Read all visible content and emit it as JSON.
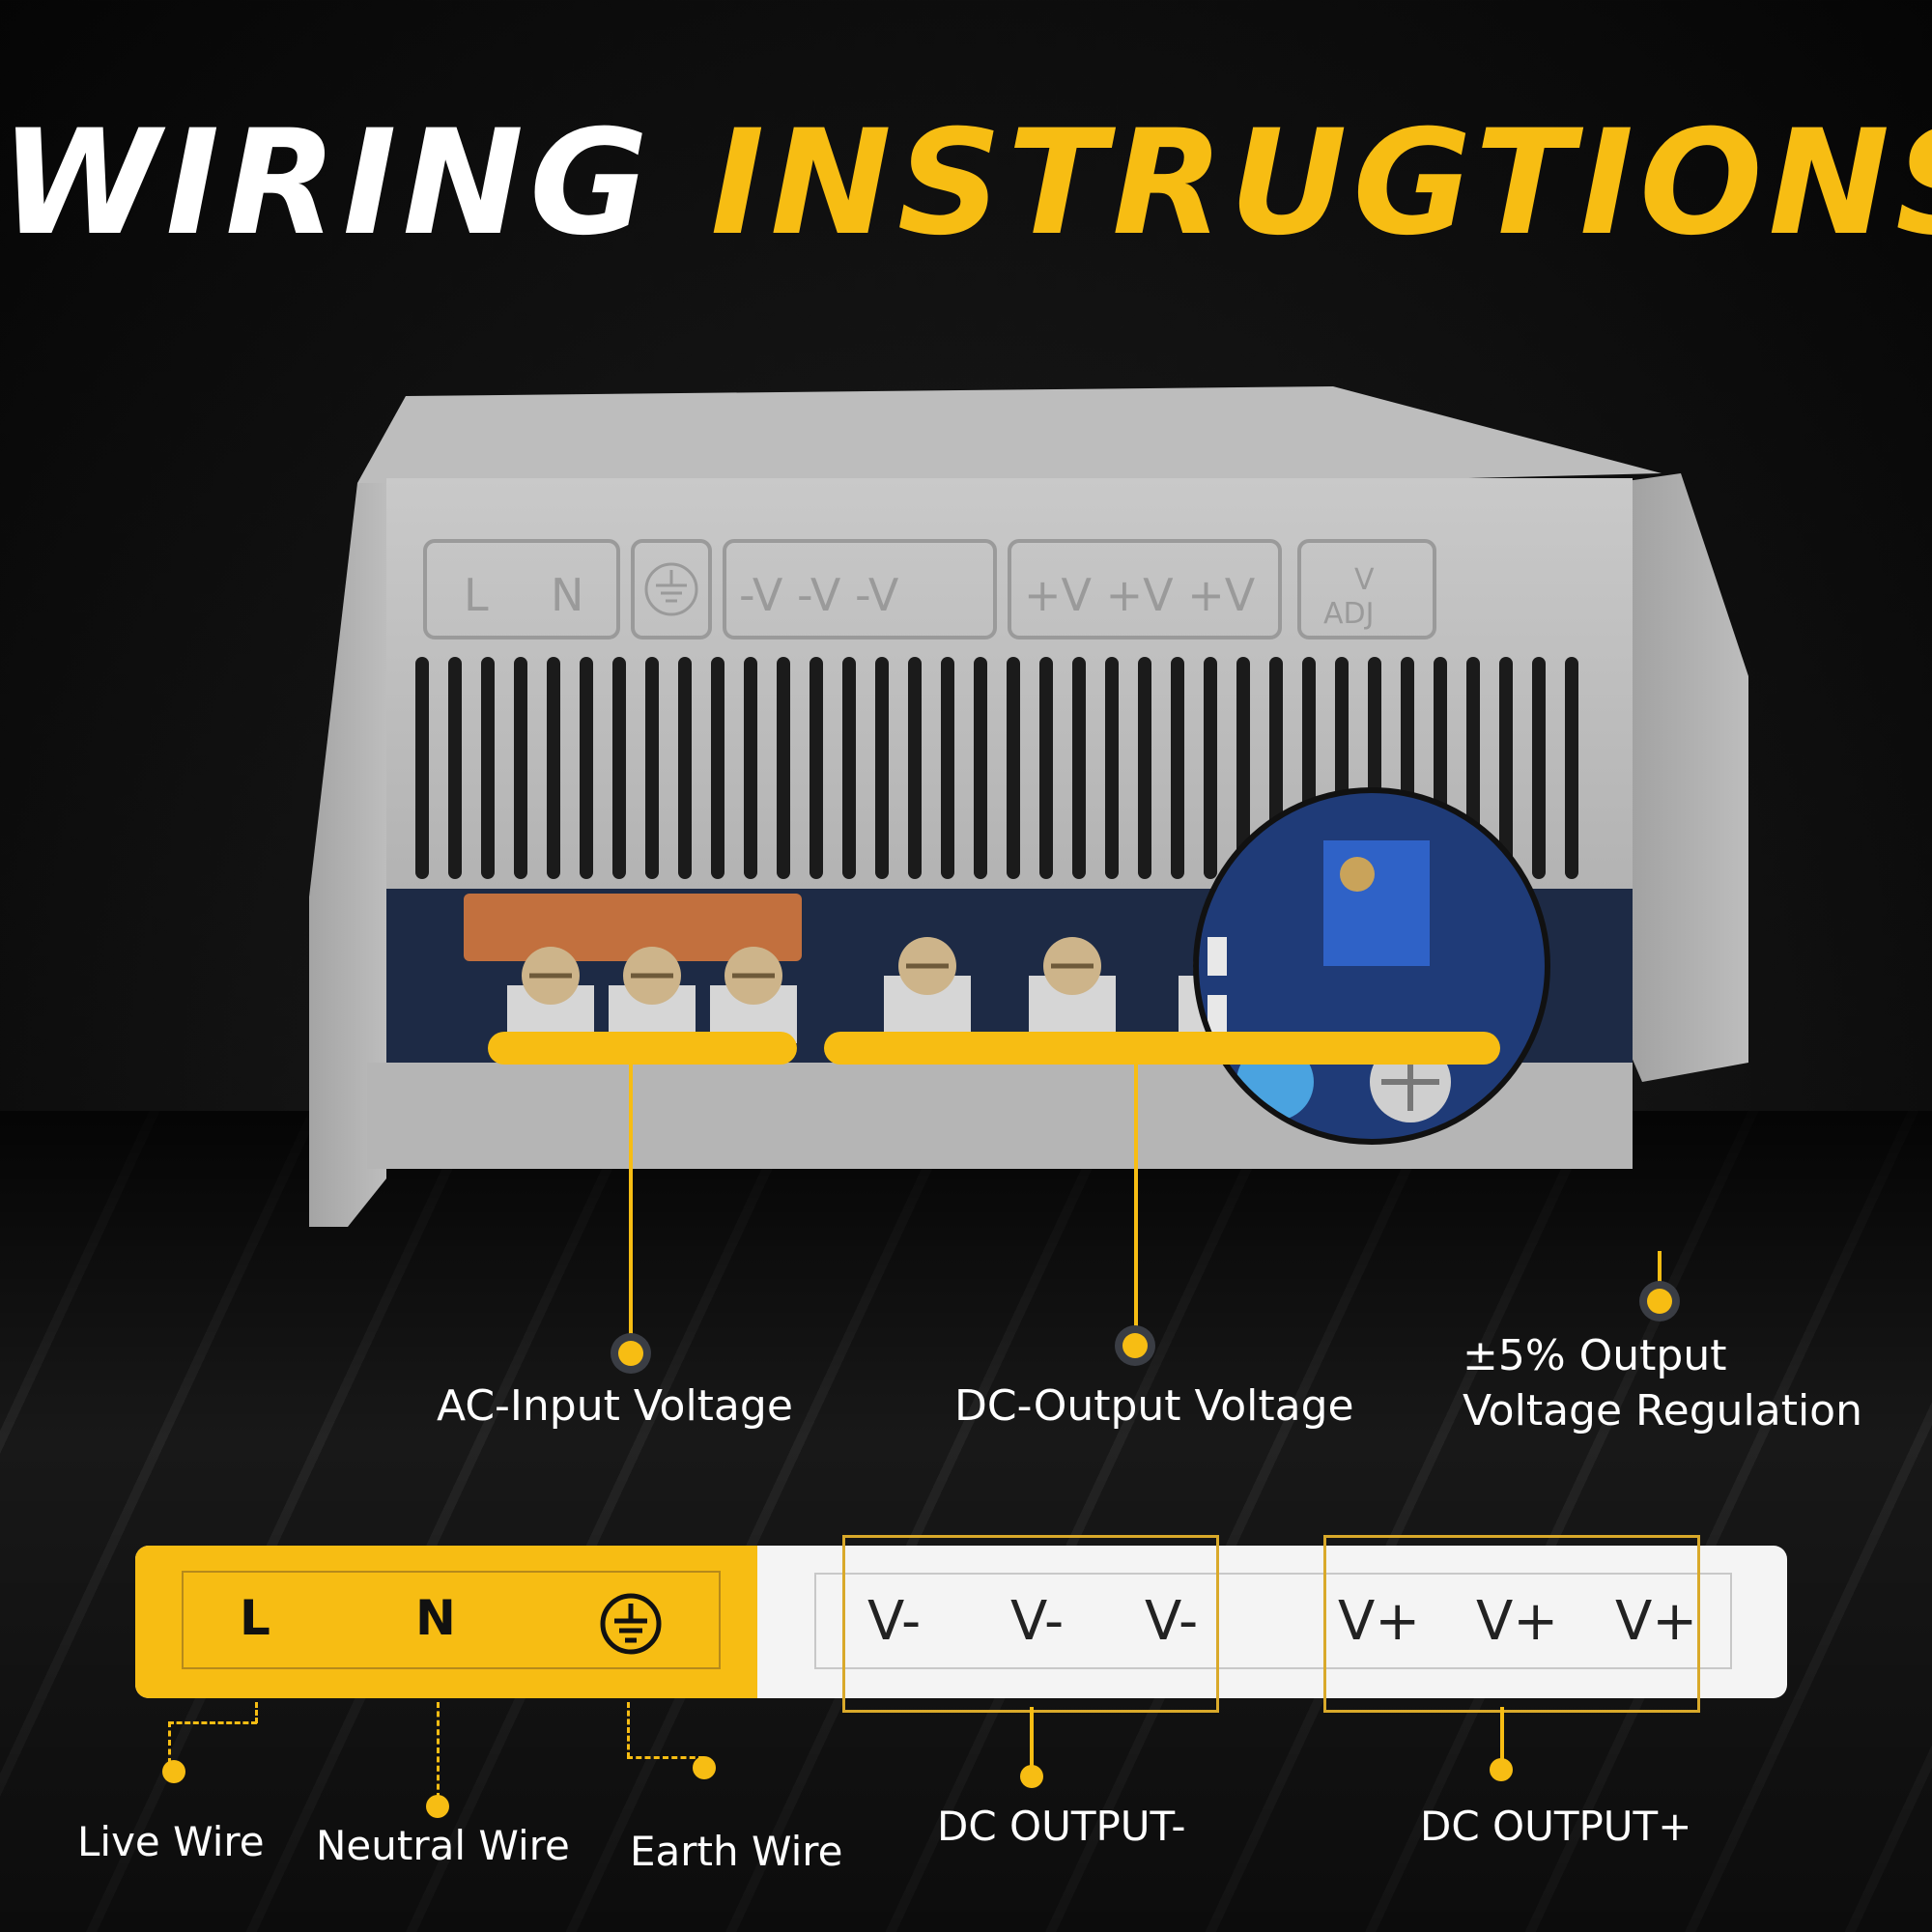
{
  "title": {
    "part1": "WIRING",
    "part2": "INSTRUGTIONS"
  },
  "device_markings": {
    "ac": [
      "L",
      "N"
    ],
    "neg": "-V -V -V",
    "pos": "+V +V +V",
    "adj_top": "V",
    "adj_bottom": "ADJ"
  },
  "callouts": {
    "ac_input": "AC-Input Voltage",
    "dc_output": "DC-Output Voltage",
    "regulation_line1": "±5% Output",
    "regulation_line2": "Voltage Regulation"
  },
  "terminal_bar": {
    "ac_terminals": [
      "L",
      "N"
    ],
    "earth_icon": "earth-ground-icon",
    "dc_negative": [
      "V-",
      "V-",
      "V-"
    ],
    "dc_positive": [
      "V+",
      "V+",
      "V+"
    ]
  },
  "wire_labels": {
    "live": "Live Wire",
    "neutral": "Neutral Wire",
    "earth": "Earth Wire",
    "dc_minus": "DC OUTPUT-",
    "dc_plus": "DC OUTPUT+"
  },
  "colors": {
    "accent": "#f7bd13",
    "background": "#0a0a0a",
    "text": "#ffffff",
    "bar": "#f4f4f4"
  }
}
